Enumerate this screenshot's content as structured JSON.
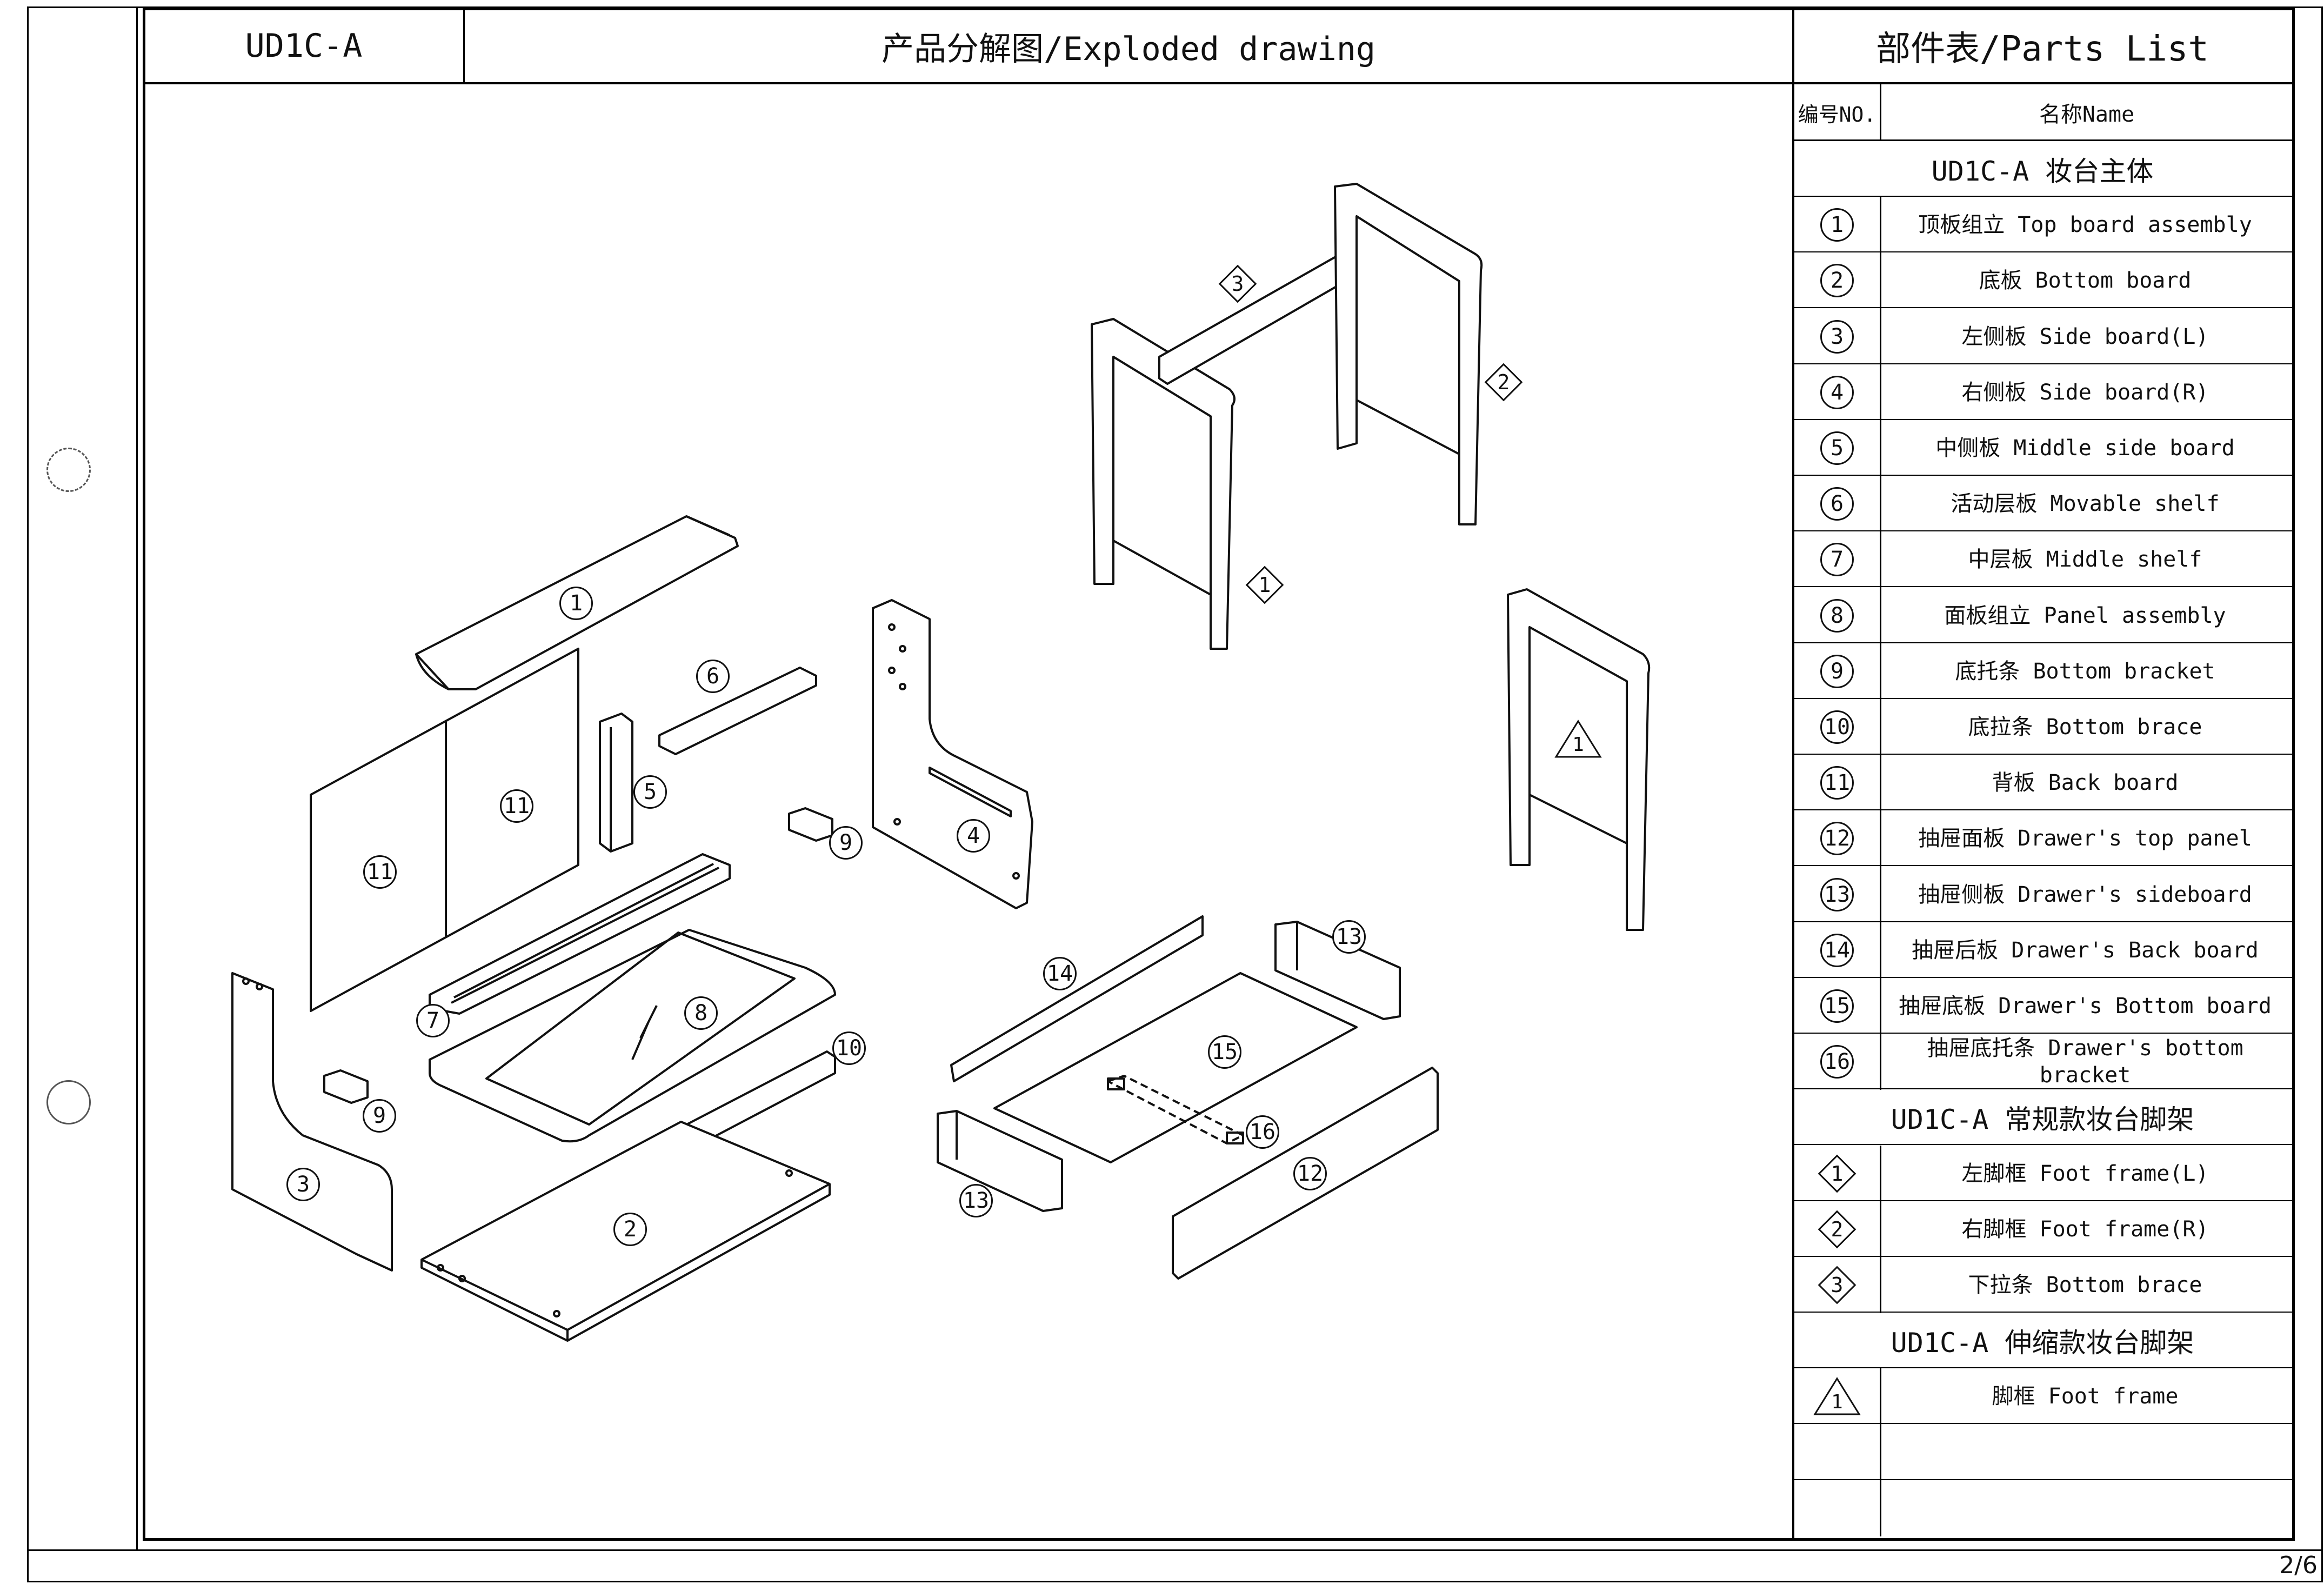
{
  "header": {
    "model": "UD1C-A",
    "title": "产品分解图/Exploded drawing",
    "parts_list_title": "部件表/Parts List"
  },
  "parts_list": {
    "col_no": "编号NO.",
    "col_name": "名称Name",
    "sections": [
      {
        "title": "UD1C-A 妆台主体",
        "items": [
          {
            "no": "1",
            "name": "顶板组立 Top board assembly"
          },
          {
            "no": "2",
            "name": "底板 Bottom board"
          },
          {
            "no": "3",
            "name": "左侧板 Side board(L)"
          },
          {
            "no": "4",
            "name": "右侧板 Side board(R)"
          },
          {
            "no": "5",
            "name": "中侧板 Middle side board"
          },
          {
            "no": "6",
            "name": "活动层板 Movable shelf"
          },
          {
            "no": "7",
            "name": "中层板 Middle shelf"
          },
          {
            "no": "8",
            "name": "面板组立 Panel assembly"
          },
          {
            "no": "9",
            "name": "底托条 Bottom bracket"
          },
          {
            "no": "10",
            "name": "底拉条 Bottom brace"
          },
          {
            "no": "11",
            "name": "背板 Back board"
          },
          {
            "no": "12",
            "name": "抽屉面板 Drawer's top panel"
          },
          {
            "no": "13",
            "name": "抽屉侧板 Drawer's sideboard"
          },
          {
            "no": "14",
            "name": "抽屉后板 Drawer's Back board"
          },
          {
            "no": "15",
            "name": "抽屉底板 Drawer's Bottom board"
          },
          {
            "no": "16",
            "name": "抽屉底托条 Drawer's bottom bracket"
          }
        ]
      },
      {
        "title": "UD1C-A 常规款妆台脚架",
        "items": [
          {
            "no": "1",
            "name": "左脚框 Foot frame(L)"
          },
          {
            "no": "2",
            "name": "右脚框 Foot frame(R)"
          },
          {
            "no": "3",
            "name": "下拉条 Bottom brace"
          }
        ]
      },
      {
        "title": "UD1C-A 伸缩款妆台脚架",
        "items": [
          {
            "no": "1",
            "name": "脚框 Foot frame"
          }
        ]
      }
    ]
  },
  "callouts": {
    "c1": "1",
    "c2": "2",
    "c3": "3",
    "c4": "4",
    "c5": "5",
    "c6": "6",
    "c7": "7",
    "c8": "8",
    "c9": "9",
    "c10": "10",
    "c11": "11",
    "c12": "12",
    "c13": "13",
    "c14": "14",
    "c15": "15",
    "c16": "16",
    "d1": "1",
    "d2": "2",
    "d3": "3",
    "t1": "1"
  },
  "page_number": "2/6"
}
